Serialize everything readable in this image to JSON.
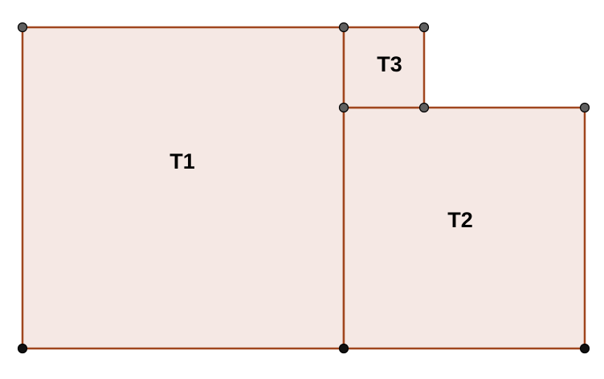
{
  "colors": {
    "fill": "#f5e8e4",
    "stroke": "#a0461e",
    "point_gray": "#5f5f5f",
    "point_black": "#111111"
  },
  "shapes": [
    {
      "id": "T1",
      "label": "T1"
    },
    {
      "id": "T2",
      "label": "T2"
    },
    {
      "id": "T3",
      "label": "T3"
    }
  ]
}
